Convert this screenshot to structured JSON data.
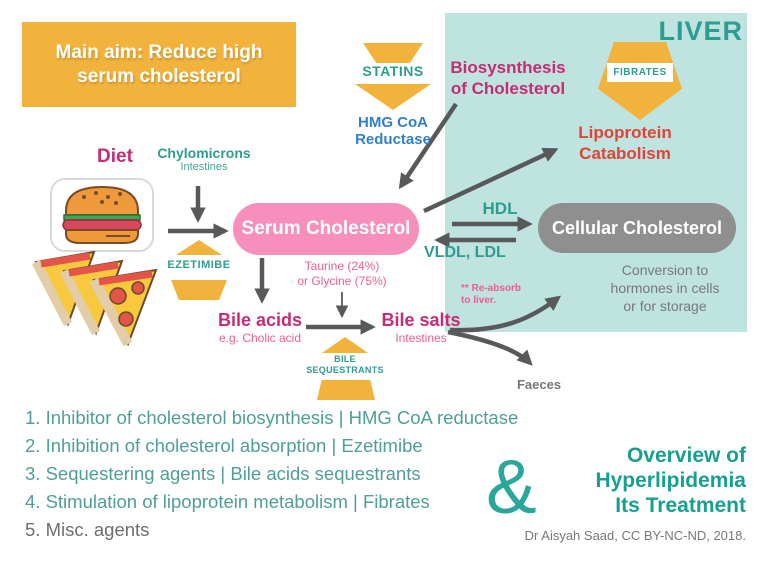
{
  "colors": {
    "yellow_accent": "#F2B33D",
    "liver_panel_bg": "#BFE3DF",
    "teal_text": "#2E9C90",
    "list_teal": "#4F9E97",
    "magenta": "#C72B74",
    "light_pink": "#EE5E8F",
    "red": "#E04438",
    "blue": "#2F80C8",
    "serum_pill_pink": "#F78FBC",
    "cellular_pill_gray": "#8F8F8F",
    "arrow_gray": "#58595B",
    "gray_text": "#77787B"
  },
  "main_aim": {
    "line1": "Main aim: Reduce high",
    "line2": "serum cholesterol"
  },
  "liver": {
    "label": "LIVER"
  },
  "drugs": {
    "statins": {
      "label": "STATINS"
    },
    "hmg": {
      "line1": "HMG CoA",
      "line2": "Reductase"
    },
    "fibrates": {
      "label": "FIBRATES"
    },
    "ezetimibe": {
      "label": "EZETIMIBE"
    },
    "bile_seq": {
      "line1": "BILE",
      "line2": "SEQUESTRANTS"
    }
  },
  "nodes": {
    "diet": {
      "label": "Diet"
    },
    "chylomicrons": {
      "title": "Chylomicrons",
      "subtitle": "Intestines"
    },
    "biosynthesis": {
      "line1": "Biosysnthesis",
      "line2": "of Cholesterol"
    },
    "lipoprotein_catabolism": {
      "line1": "Lipoprotein",
      "line2": "Catabolism"
    },
    "serum_cholesterol": {
      "label": "Serum Cholesterol"
    },
    "cellular_cholesterol": {
      "label": "Cellular Cholesterol"
    },
    "bile_acids": {
      "title": "Bile acids",
      "subtitle": "e.g. Cholic acid"
    },
    "bile_salts": {
      "title": "Bile salts",
      "subtitle": "Intestines"
    },
    "faeces": {
      "label": "Faeces"
    }
  },
  "annotations": {
    "hdl": "HDL",
    "vldl_ldl": "VLDL, LDL",
    "taurine": {
      "line1": "Taurine (24%)",
      "line2": "or Glycine (75%)"
    },
    "reabsorb": {
      "line1": "** Re-absorb",
      "line2": "to liver."
    },
    "conversion": {
      "line1": "Conversion to",
      "line2": "hormones in cells",
      "line3": "or for storage"
    }
  },
  "list": {
    "items": [
      "1. Inhibitor of cholesterol biosynthesis | HMG CoA reductase",
      "2. Inhibition of cholesterol absorption | Ezetimibe",
      "3. Sequestering agents | Bile acids sequestrants",
      "4. Stimulation of lipoprotein metabolism | Fibrates",
      "5. Misc. agents"
    ]
  },
  "footer": {
    "ampersand": "&",
    "title": {
      "line1": "Overview of",
      "line2": "Hyperlipidemia",
      "line3": "Its Treatment"
    },
    "credit": "Dr Aisyah Saad, CC BY-NC-ND, 2018."
  }
}
